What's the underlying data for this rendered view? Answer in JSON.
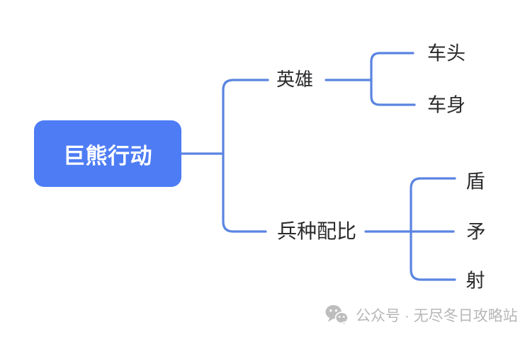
{
  "mindmap": {
    "root": {
      "label": "巨熊行动"
    },
    "branches": [
      {
        "label": "英雄",
        "children": [
          {
            "label": "车头"
          },
          {
            "label": "车身"
          }
        ]
      },
      {
        "label": "兵种配比",
        "children": [
          {
            "label": "盾"
          },
          {
            "label": "矛"
          },
          {
            "label": "射"
          }
        ]
      }
    ]
  },
  "watermark": {
    "icon": "wechat-icon",
    "text": "公众号 · 无尽冬日攻略站"
  },
  "colors": {
    "background": "#ffffff",
    "node_fill": "#4D7CF5",
    "node_text": "#ffffff",
    "connector": "#5A84E1",
    "label_text": "#2a2a2c",
    "watermark": "#b7b7b7"
  }
}
